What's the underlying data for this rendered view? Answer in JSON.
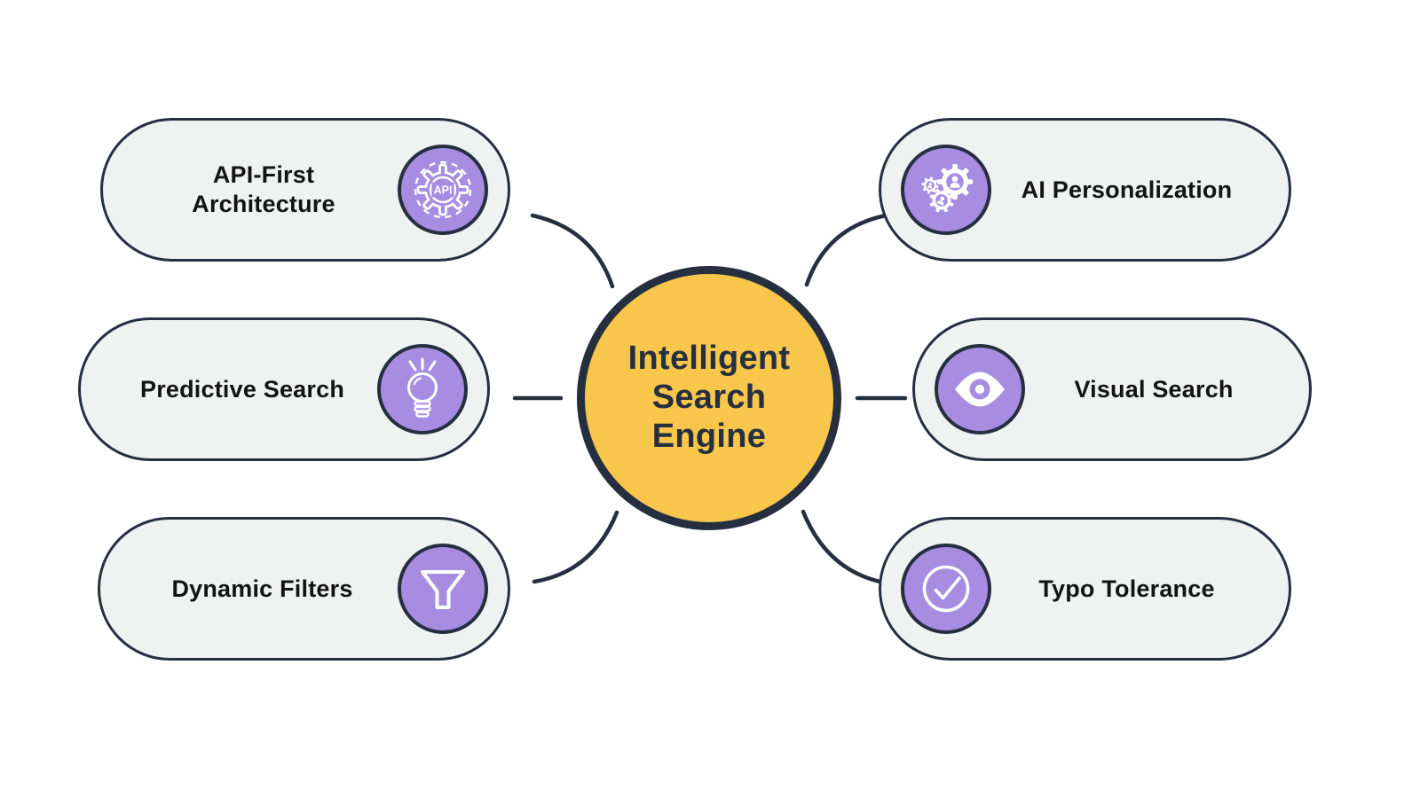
{
  "center": {
    "title": "Intelligent Search Engine",
    "lines": [
      "Intelligent",
      "Search",
      "Engine"
    ]
  },
  "nodes": [
    {
      "label": "API-First\nArchitecture",
      "icon": "api-gear-icon",
      "side": "left"
    },
    {
      "label": "Predictive Search",
      "icon": "lightbulb-icon",
      "side": "left"
    },
    {
      "label": "Dynamic Filters",
      "icon": "funnel-icon",
      "side": "left"
    },
    {
      "label": "AI Personalization",
      "icon": "gears-people-icon",
      "side": "right"
    },
    {
      "label": "Visual Search",
      "icon": "eye-icon",
      "side": "right"
    },
    {
      "label": "Typo Tolerance",
      "icon": "check-circle-icon",
      "side": "right"
    }
  ],
  "colors": {
    "hub_fill": "#F7C64B",
    "outline_navy": "#262F40",
    "icon_disc_purple": "#A78CE2",
    "node_fill_gray": "#F0F1F1",
    "label_text": "#131313",
    "icon_glyph": "#FFFFFF"
  }
}
